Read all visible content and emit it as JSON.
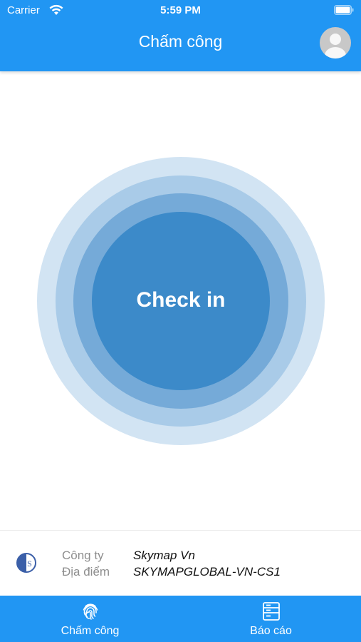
{
  "colors": {
    "primary": "#2196f3",
    "checkin_core": "#3c8ac9"
  },
  "status_bar": {
    "carrier": "Carrier",
    "time": "5:59 PM",
    "icons": [
      "wifi-icon",
      "battery-icon"
    ]
  },
  "header": {
    "title": "Chấm công",
    "avatar": "avatar-icon"
  },
  "checkin": {
    "label": "Check in"
  },
  "info": {
    "logo": "company-logo-icon",
    "company_label": "Công ty",
    "company_value": "Skymap Vn",
    "location_label": "Địa điểm",
    "location_value": "SKYMAPGLOBAL-VN-CS1"
  },
  "tabbar": {
    "tabs": [
      {
        "label": "Chấm công",
        "icon": "fingerprint-icon"
      },
      {
        "label": "Báo cáo",
        "icon": "report-icon"
      }
    ]
  }
}
